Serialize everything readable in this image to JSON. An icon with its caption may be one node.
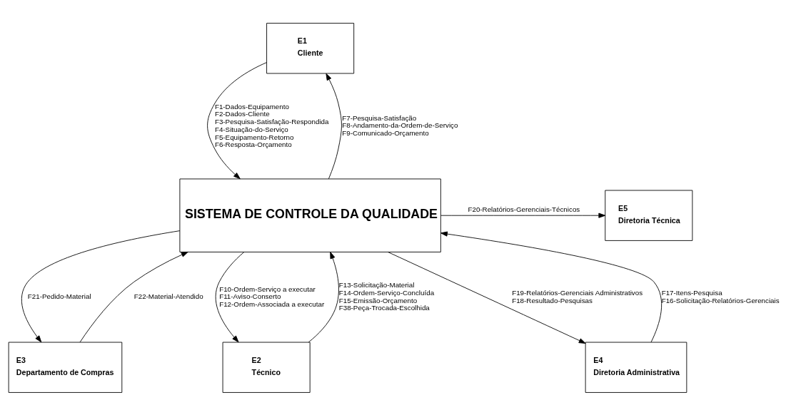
{
  "diagram": {
    "nodes": [
      {
        "text": [
          "E1",
          "Cliente"
        ]
      },
      {
        "text": [
          "E3",
          "Departamento de Compras"
        ]
      },
      {
        "text": [
          "SISTEMA DE CONTROLE DA QUALIDADE"
        ]
      },
      {
        "text": [
          "E5",
          "Diretoria Técnica"
        ]
      },
      {
        "text": [
          "E2",
          "Técnico"
        ]
      },
      {
        "text": [
          "E4",
          "Diretoria Administrativa"
        ]
      }
    ],
    "edges": [
      {
        "from": 0,
        "to": 2,
        "arrow": "to",
        "label": "F1-Dados-Equipamento F2-Dados-Cliente F3-Pesquisa-Satisfação-Respondida F4-Situação-do-Serviço F5-Equipamento-Retorno F6-Resposta-Orçamento"
      },
      {
        "from": 1,
        "to": 2,
        "arrow": "to",
        "label": "F22-Material-Atendido"
      },
      {
        "from": 2,
        "to": 0,
        "arrow": "to",
        "label": "F7-Pesquisa-Satisfação F8-Andamento-da-Ordem-de-Serviço F9-Comunicado-Orçamento"
      },
      {
        "from": 2,
        "to": 1,
        "arrow": "to",
        "label": "F21-Pedido-Material"
      },
      {
        "from": 2,
        "to": 3,
        "arrow": "to",
        "label": "F20-Relatórios-Gerenciais-Técnicos"
      },
      {
        "from": 2,
        "to": 5,
        "arrow": "to",
        "label": "F19-Relatórios-Gerenciais Administrativos F18-Resultado-Pesquisas"
      },
      {
        "from": 2,
        "to": 4,
        "arrow": "to",
        "label": "F10-Ordem-Serviço a executar F11-Aviso-Conserto F12-Ordem-Associada a executar"
      },
      {
        "from": 4,
        "to": 2,
        "arrow": "to",
        "label": "F13-Solicitação-Material F14-Ordem-Serviço-Concluída F15-Emissão-Orçamento F38-Peça-Trocada-Escolhida"
      },
      {
        "from": 5,
        "to": 2,
        "arrow": "to",
        "label": "F17-Itens-Pesquisa F16-Solicitação-Relatórios-Gerenciais"
      }
    ]
  }
}
